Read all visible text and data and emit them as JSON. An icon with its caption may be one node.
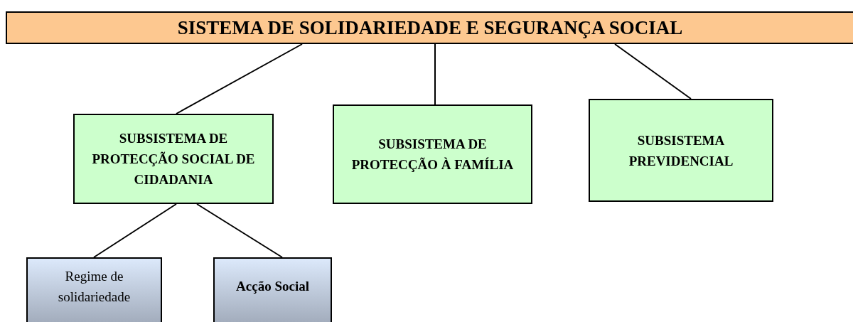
{
  "diagram": {
    "nodes": [
      {
        "text": [
          "SISTEMA DE SOLIDARIEDADE E SEGURANÇA SOCIAL"
        ]
      },
      {
        "text": [
          "SUBSISTEMA DE PROTECÇÃO SOCIAL DE CIDADANIA"
        ]
      },
      {
        "text": [
          "SUBSISTEMA DE PROTECÇÃO À FAMÍLIA"
        ]
      },
      {
        "text": [
          "SUBSISTEMA PREVIDENCIAL"
        ]
      },
      {
        "text": [
          "Regime de solidariedade"
        ]
      },
      {
        "text": [
          "Acção Social"
        ]
      }
    ],
    "edges": [
      {
        "from": 0,
        "to": 1,
        "arrow": "none"
      },
      {
        "from": 0,
        "to": 2,
        "arrow": "none"
      },
      {
        "from": 0,
        "to": 3,
        "arrow": "none"
      },
      {
        "from": 1,
        "to": 4,
        "arrow": "none"
      },
      {
        "from": 1,
        "to": 5,
        "arrow": "none"
      }
    ]
  }
}
